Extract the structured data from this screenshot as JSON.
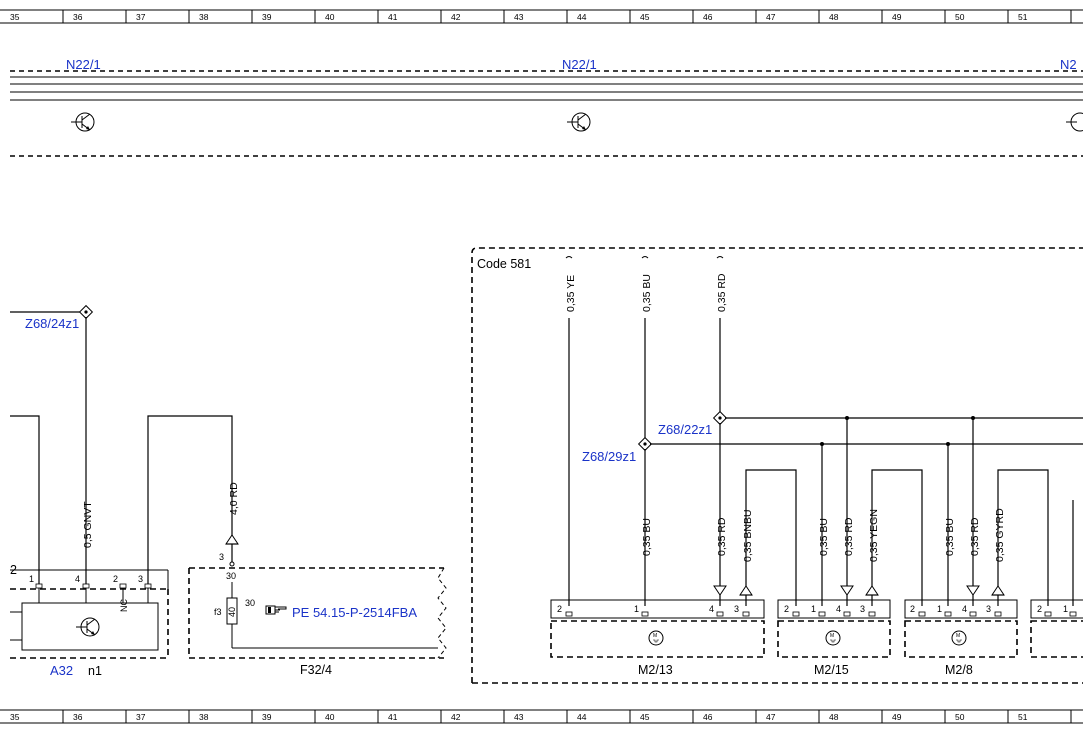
{
  "ruler": {
    "columns": [
      "35",
      "36",
      "37",
      "38",
      "39",
      "40",
      "41",
      "42",
      "43",
      "44",
      "45",
      "46",
      "47",
      "48",
      "49",
      "50",
      "51"
    ]
  },
  "top_bus": {
    "labels": [
      "N22/1",
      "N22/1",
      "N2"
    ]
  },
  "connectors": {
    "z68_24z1": "Z68/24z1",
    "z68_22z1": "Z68/22z1",
    "z68_29z1": "Z68/29z1"
  },
  "code_box": {
    "label": "Code 581"
  },
  "wires": {
    "top_ye": "0,35 YE",
    "top_bu": "0,35 BU",
    "top_rd": "0,35 RD",
    "gnvt": "0,5 GNVT",
    "rd40": "4,0 RD",
    "m213_bu": "0,35 BU",
    "m213_rd": "0,35 RD",
    "m213_bnbu": "0,35 BNBU",
    "m215_bu": "0,35 BU",
    "m215_rd": "0,35 RD",
    "m215_yegn": "0,35 YEGN",
    "m28_bu": "0,35 BU",
    "m28_rd": "0,35 RD",
    "m28_gyrd": "0,35 GYRD"
  },
  "components": {
    "a32": {
      "name": "A32",
      "sub": "n1",
      "pins": [
        "1",
        "4",
        "2",
        "3"
      ],
      "pin_left": "2",
      "nc": "NC"
    },
    "f32_4": {
      "name": "F32/4",
      "fuse": "f3",
      "fuse_value": "40",
      "pin_top": "30",
      "pin_right": "30",
      "pin_num": "3",
      "ref": "PE 54.15-P-2514FBA"
    },
    "m2_13": {
      "name": "M2/13",
      "pins": [
        "2",
        "1",
        "4",
        "3"
      ]
    },
    "m2_15": {
      "name": "M2/15",
      "pins": [
        "2",
        "1",
        "4",
        "3"
      ]
    },
    "m2_8": {
      "name": "M2/8",
      "pins": [
        "2",
        "1",
        "4",
        "3"
      ]
    },
    "m2_next": {
      "pins": [
        "2",
        "1"
      ]
    }
  },
  "icons": [
    "transistor-icon",
    "motor-icon",
    "hand-pointer-icon",
    "connector-diamond-icon"
  ],
  "colors": {
    "label_blue": "#1a33c8",
    "line": "#000000"
  }
}
